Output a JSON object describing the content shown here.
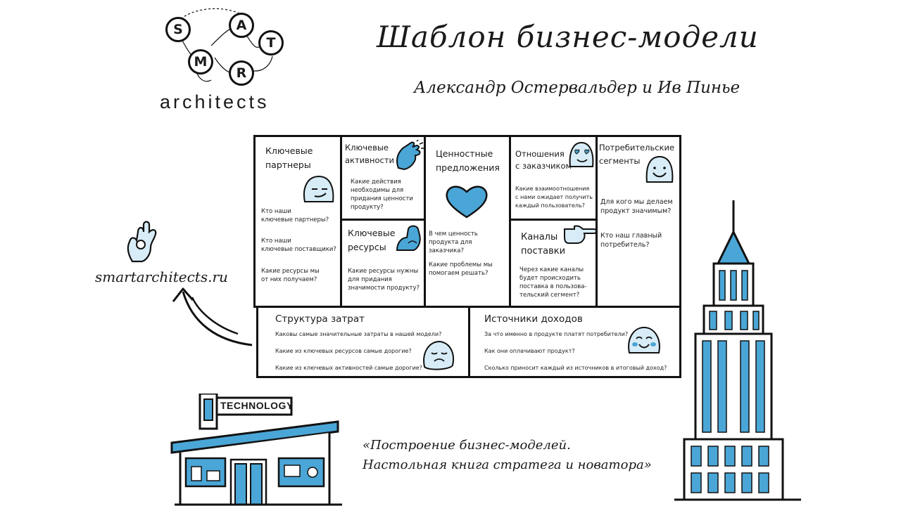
{
  "logo": {
    "letters": [
      "S",
      "A",
      "T",
      "M",
      "R"
    ],
    "wordmark": "architects"
  },
  "header": {
    "title": "Шаблон бизнес-модели",
    "authors": "Александр Остервальдер и Ив Пинье"
  },
  "sidebar": {
    "website": "smartarchitects.ru"
  },
  "canvas": {
    "key_partners": {
      "title_line1": "Ключевые",
      "title_line2": "партнеры",
      "questions": [
        [
          "Кто наши",
          "ключевые партнеры?"
        ],
        [
          "Кто наши",
          "ключевые поставщики?"
        ],
        [
          "Какие ресурсы мы",
          "от них получаем?"
        ]
      ]
    },
    "key_activities": {
      "title_line1": "Ключевые",
      "title_line2": "активности",
      "questions": [
        [
          "Какие действия",
          "необходимы для",
          "придания ценности",
          "продукту?"
        ]
      ]
    },
    "key_resources": {
      "title_line1": "Ключевые",
      "title_line2": "ресурсы",
      "questions": [
        [
          "Какие ресурсы нужны",
          "для придания",
          "значимости продукту?"
        ]
      ]
    },
    "value_propositions": {
      "title_line1": "Ценностные",
      "title_line2": "предложения",
      "questions": [
        [
          "В чем ценность",
          "продукта для заказчика?"
        ],
        [
          "Какие проблемы мы",
          "помогаем решать?"
        ]
      ]
    },
    "customer_relationships": {
      "title_line1": "Отношения",
      "title_line2": "с заказчиком",
      "questions": [
        [
          "Какие взаимоотношения",
          "с нами ожидает получить",
          "каждый пользователь?"
        ]
      ]
    },
    "channels": {
      "title_line1": "Каналы",
      "title_line2": "поставки",
      "questions": [
        [
          "Через какие каналы",
          "будет происходить",
          "поставка в пользова-",
          "тельский сегмент?"
        ]
      ]
    },
    "customer_segments": {
      "title_line1": "Потребительские",
      "title_line2": "сегменты",
      "questions": [
        [
          "Для кого мы делаем",
          "продукт значимым?"
        ],
        [
          "Кто наш главный",
          "потребитель?"
        ]
      ]
    },
    "cost_structure": {
      "title": "Структура затрат",
      "questions": [
        "Каковы самые значительные затраты в нашей модели?",
        "Какие из ключевых ресурсов самые дорогие?",
        "Какие из ключевых активностей самые дорогие?"
      ]
    },
    "revenue_streams": {
      "title": "Источники доходов",
      "questions": [
        "За что именно в продукте платят потребители?",
        "Как они оплачивают продукт?",
        "Сколько приносит каждый из источников в итоговый доход?"
      ]
    }
  },
  "store": {
    "sign": "TECHNOLOGY"
  },
  "book": {
    "line1": "«Построение бизнес-моделей.",
    "line2": "Настольная книга стратега и новатора»"
  },
  "colors": {
    "accent": "#4aa6d6",
    "ink": "#111111",
    "light_blue": "#d7ecf7"
  },
  "icons": [
    "ok-hand-icon",
    "clapping-hands-icon",
    "flexed-biceps-icon",
    "heart-icon",
    "pointing-hand-icon",
    "heart-eyes-face-icon",
    "smiley-face-icon",
    "smirk-face-icon",
    "sad-face-icon",
    "blushing-face-icon",
    "curved-arrow-icon"
  ]
}
